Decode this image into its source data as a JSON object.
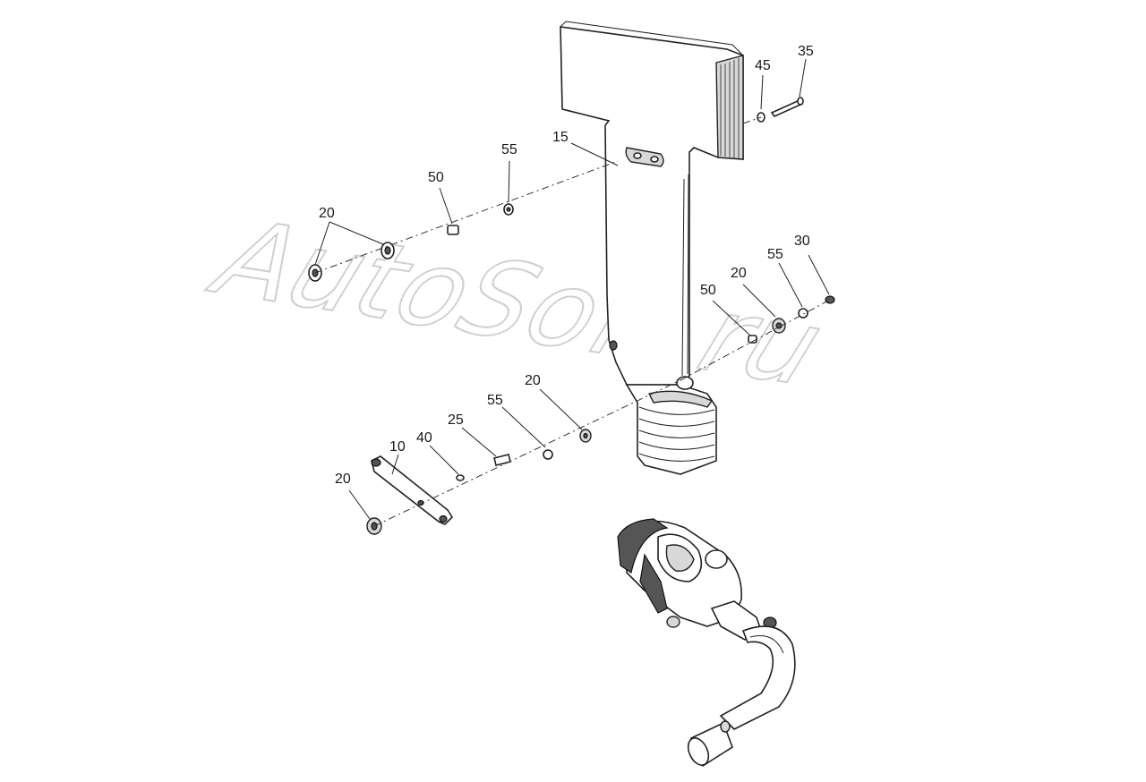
{
  "watermark": "AutoSoft.ru",
  "callouts": {
    "c35": "35",
    "c45": "45",
    "c15": "15",
    "c55a": "55",
    "c50a": "50",
    "c20a": "20",
    "c30": "30",
    "c55b": "55",
    "c20b": "20",
    "c50b": "50",
    "c20c": "20",
    "c55c": "55",
    "c25": "25",
    "c40": "40",
    "c10": "10",
    "c20d": "20"
  }
}
